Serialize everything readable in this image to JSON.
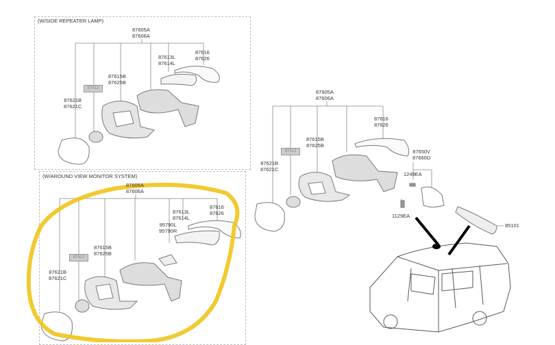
{
  "panel_side_repeater": {
    "title": "(W/SIDE REPEATER LAMP)",
    "assembly": "87605A\n87606A",
    "cover": "87616\n87626",
    "repeater_lamp": "87613L\n87614L",
    "housing": "87615B\n87625B",
    "actuator_tag": "87612",
    "glass": "87621B\n87621C"
  },
  "panel_around_view": {
    "title": "(W/AROUND VIEW MONITOR SYSTEM)",
    "assembly": "87605A\n87606A",
    "cover": "87616\n87626",
    "repeater_lamp": "87613L\n87614L",
    "camera": "95790L\n95790R",
    "housing": "87615B\n87625B",
    "actuator_tag": "87612",
    "glass": "87621B\n87621C"
  },
  "panel_main": {
    "assembly": "87605A\n87606A",
    "cover": "87616\n87626",
    "housing": "87615B\n87625B",
    "actuator_tag": "87612",
    "glass": "87621B\n87621C",
    "cover_inner": "87650V\n87660D",
    "screw1": "1249EA",
    "screw2": "1129EA",
    "inside_mirror": "85101"
  },
  "colors": {
    "highlight": "#f0c419",
    "line": "#888888"
  }
}
